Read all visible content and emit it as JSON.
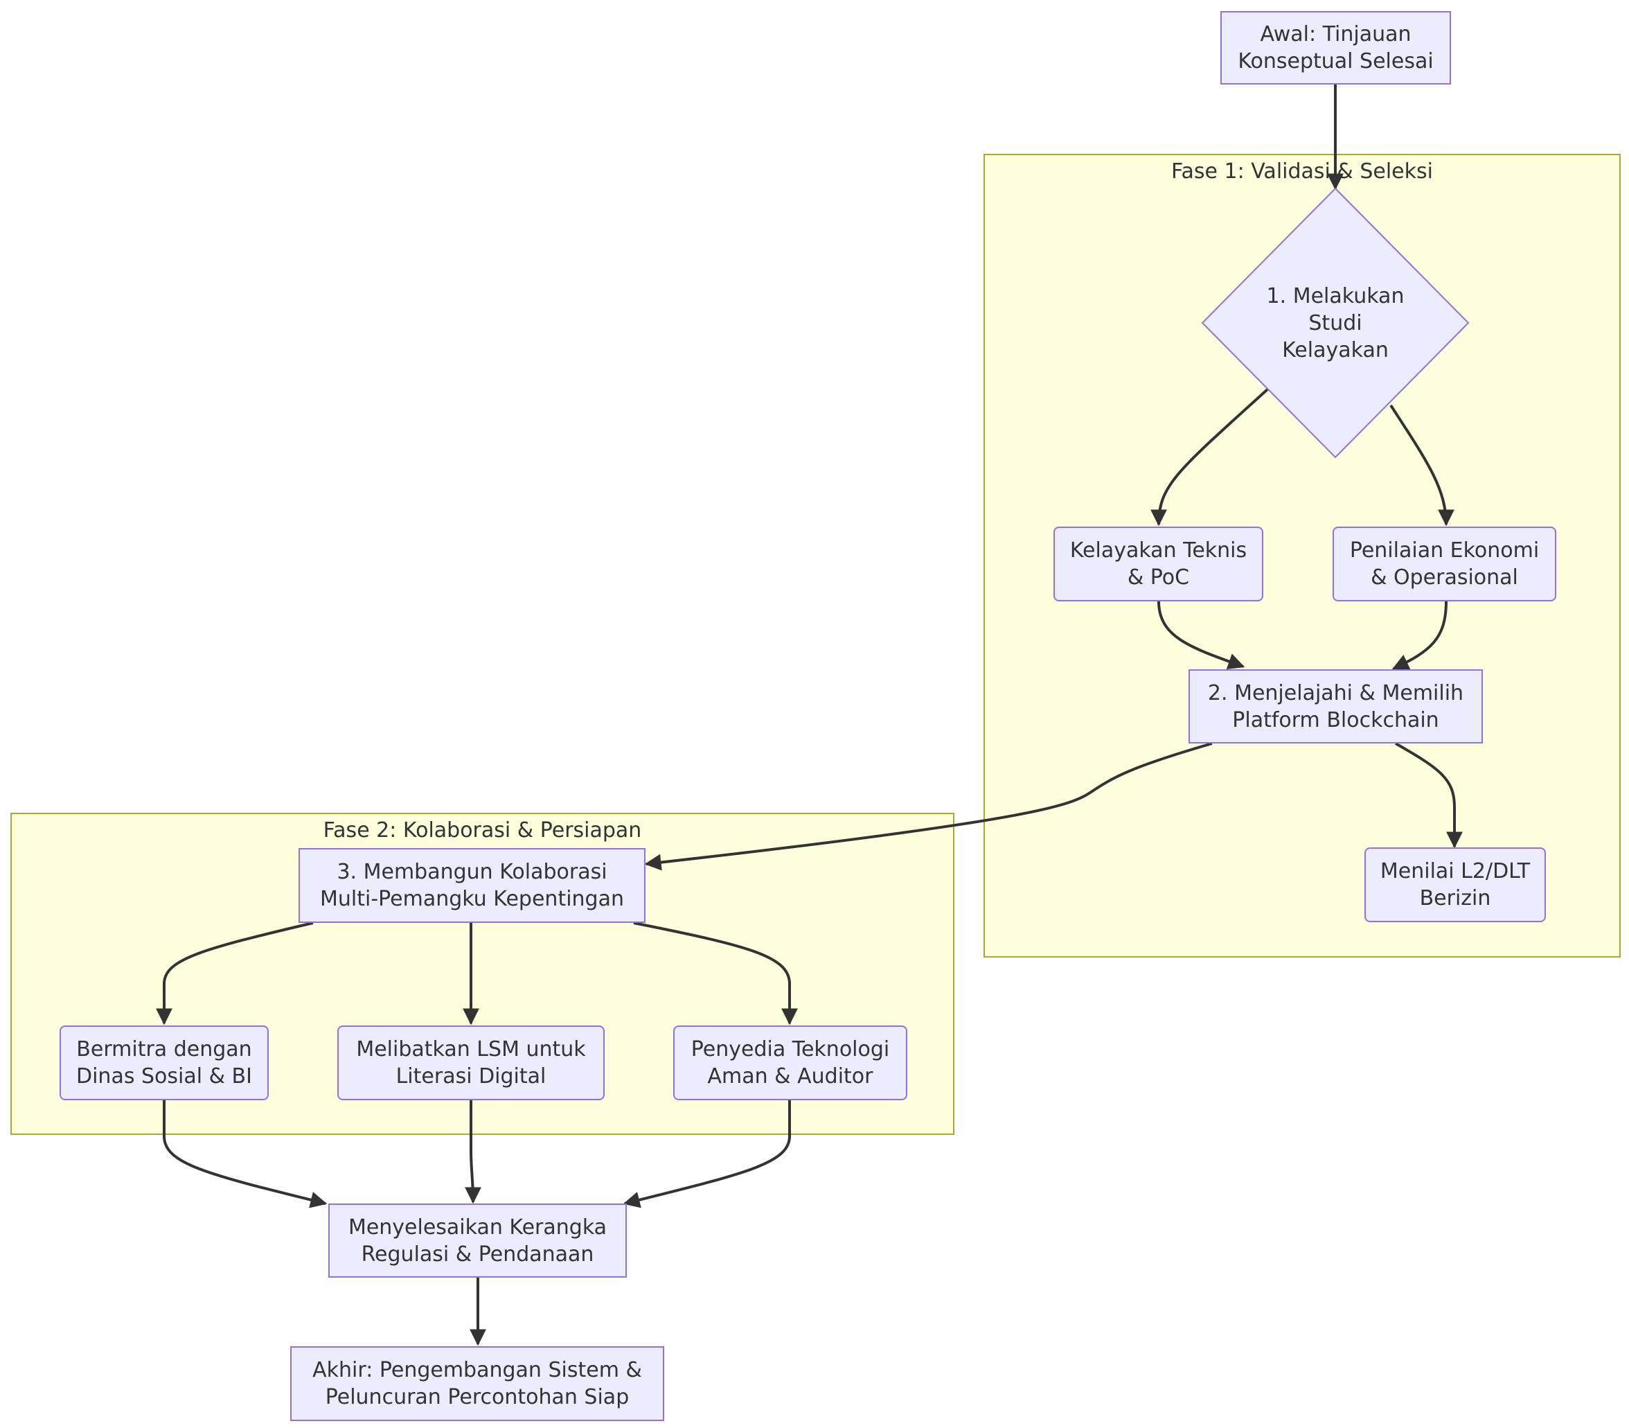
{
  "clusters": {
    "phase1": "Fase 1: Validasi & Seleksi",
    "phase2": "Fase 2: Kolaborasi & Persiapan"
  },
  "nodes": {
    "start": "Awal: Tinjauan\nKonseptual Selesai",
    "feasibility": "1. Melakukan\nStudi\nKelayakan",
    "technical": "Kelayakan Teknis\n& PoC",
    "economic": "Penilaian Ekonomi\n& Operasional",
    "platform": "2. Menjelajahi & Memilih\nPlatform Blockchain",
    "l2dlt": "Menilai L2/DLT\nBerizin",
    "collab": "3. Membangun Kolaborasi\nMulti-Pemangku Kepentingan",
    "partner": "Bermitra dengan\nDinas Sosial & BI",
    "ngo": "Melibatkan LSM untuk\nLiterasi Digital",
    "tech_provider": "Penyedia Teknologi\nAman & Auditor",
    "regulation": "Menyelesaikan Kerangka\nRegulasi & Pendanaan",
    "end": "Akhir: Pengembangan Sistem &\nPeluncuran Percontohan Siap"
  },
  "colors": {
    "node_fill": "#ececff",
    "node_stroke": "#9370db",
    "cluster_fill": "#ffffde",
    "cluster_stroke": "#aaaa33",
    "edge": "#333333"
  }
}
